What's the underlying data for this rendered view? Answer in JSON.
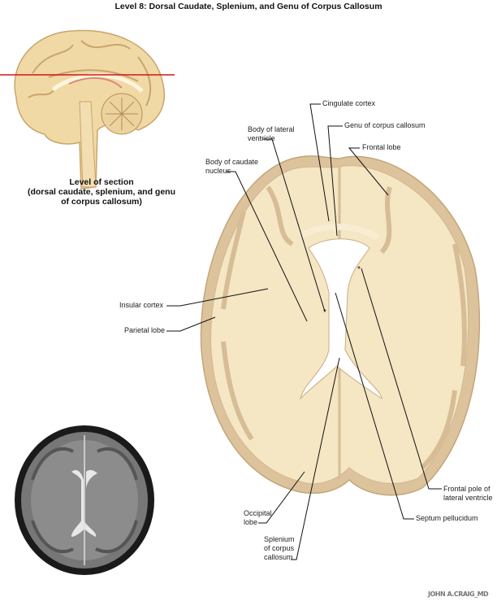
{
  "title": "Level 8: Dorsal Caudate, Splenium, and Genu of Corpus Callosum",
  "caption": {
    "line1": "Level of section",
    "line2": "(dorsal caudate, splenium, and genu",
    "line3": "of corpus callosum)"
  },
  "labels": {
    "cingulate_cortex": "Cingulate cortex",
    "genu": "Genu of corpus callosum",
    "frontal_lobe": "Frontal lobe",
    "body_lateral_ventricle_1": "Body of lateral",
    "body_lateral_ventricle_2": "ventricle",
    "body_caudate_1": "Body of caudate",
    "body_caudate_2": "nucleus",
    "insular_cortex": "Insular cortex",
    "parietal_lobe": "Parietal lobe",
    "frontal_pole_1": "Frontal pole of",
    "frontal_pole_2": "lateral ventricle",
    "septum": "Septum pellucidum",
    "occipital_1": "Occipital",
    "occipital_2": "lobe",
    "splenium_1": "Splenium",
    "splenium_2": "of corpus",
    "splenium_3": "callosum"
  },
  "signature": "JOHN A.CRAIG_MD",
  "colors": {
    "section_line": "#d0161c",
    "white_matter": "#f5e6c4",
    "cortex": "#d9bf98"
  }
}
